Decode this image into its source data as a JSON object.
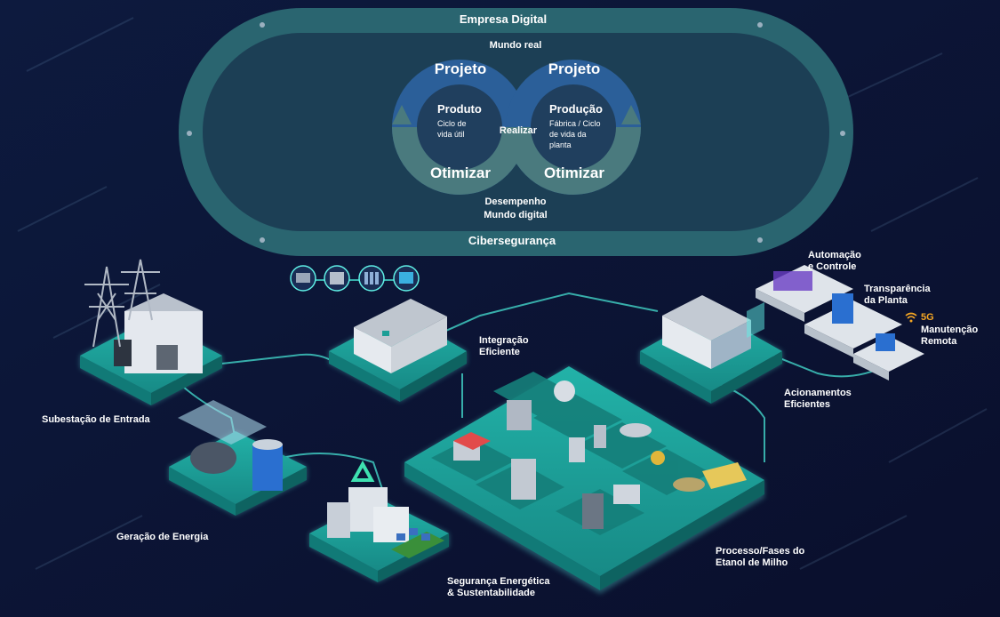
{
  "top_diagram": {
    "outer_title": "Empresa Digital",
    "bottom_title": "Cibersegurança",
    "real_world": "Mundo real",
    "left_top": "Projeto",
    "right_top": "Projeto",
    "left_inner_title": "Produto",
    "left_inner_sub": [
      "Ciclo de",
      "vida útil"
    ],
    "right_inner_title": "Produção",
    "right_inner_sub": [
      "Fábrica / Ciclo",
      "de vida da",
      "planta"
    ],
    "center": "Realizar",
    "left_bottom": "Otimizar",
    "right_bottom": "Otimizar",
    "performance": "Desempenho",
    "digital_world": "Mundo digital"
  },
  "nodes": {
    "substation": [
      "Subestação de Entrada"
    ],
    "integration": [
      "Integração",
      "Eficiente"
    ],
    "automation": [
      "Automação",
      "e Controle"
    ],
    "transparency": [
      "Transparência",
      "da Planta"
    ],
    "fiveg": "5G",
    "maintenance": [
      "Manutenção",
      "Remota"
    ],
    "drives": [
      "Acionamentos",
      "Eficientes"
    ],
    "generation": [
      "Geração de Energia"
    ],
    "security": [
      "Segurança Energética",
      "& Sustentabilidade"
    ],
    "process": [
      "Processo/Fases do",
      "Etanol de Milho"
    ]
  },
  "colors": {
    "background": "#0b1233",
    "ring": "#2f6f78",
    "platform": "#1c9e96",
    "glow": "#5ff0e6",
    "blue_lobe": "#2a5fa0",
    "accent_5g": "#f5a623",
    "building": "#dfe4ea"
  }
}
